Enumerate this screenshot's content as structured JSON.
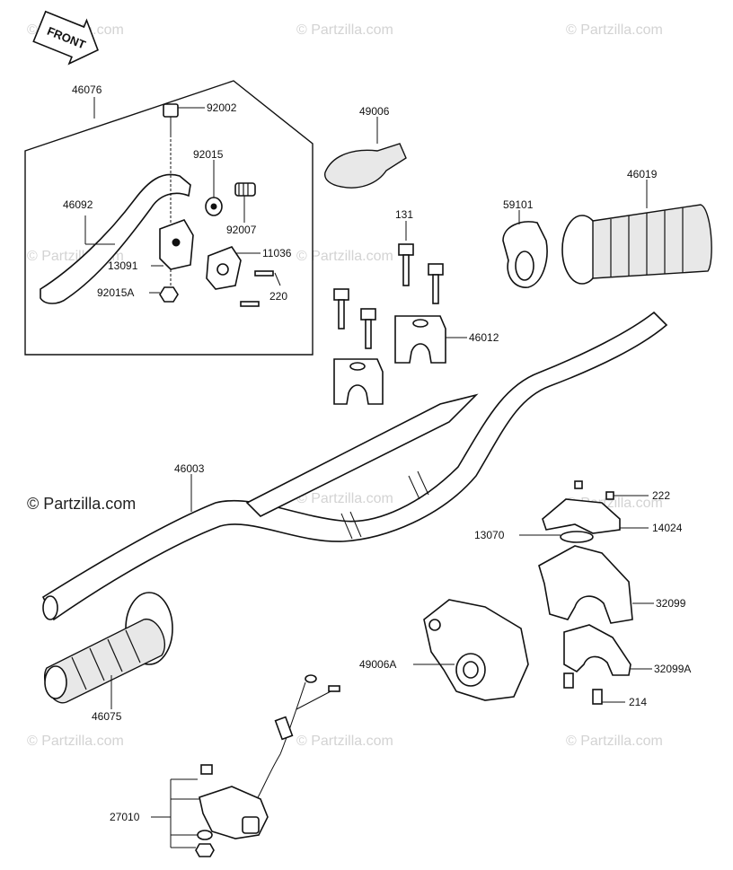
{
  "watermarks": {
    "text": "© Partzilla.com",
    "prominent": "© Partzilla.com"
  },
  "front_marker": {
    "label": "FRONT"
  },
  "callouts": {
    "p46076": "46076",
    "p92002": "92002",
    "p92015": "92015",
    "p46092": "46092",
    "p92007": "92007",
    "p11036": "11036",
    "p13091": "13091",
    "p92015A": "92015A",
    "p220": "220",
    "p49006": "49006",
    "p131": "131",
    "p59101": "59101",
    "p46019": "46019",
    "p46012": "46012",
    "p46003": "46003",
    "p222": "222",
    "p13070": "13070",
    "p14024": "14024",
    "p32099": "32099",
    "p49006A": "49006A",
    "p32099A": "32099A",
    "p214": "214",
    "p46075": "46075",
    "p27010": "27010"
  },
  "colors": {
    "ink": "#111111",
    "watermark": "#d3d3d3",
    "background": "#ffffff"
  }
}
